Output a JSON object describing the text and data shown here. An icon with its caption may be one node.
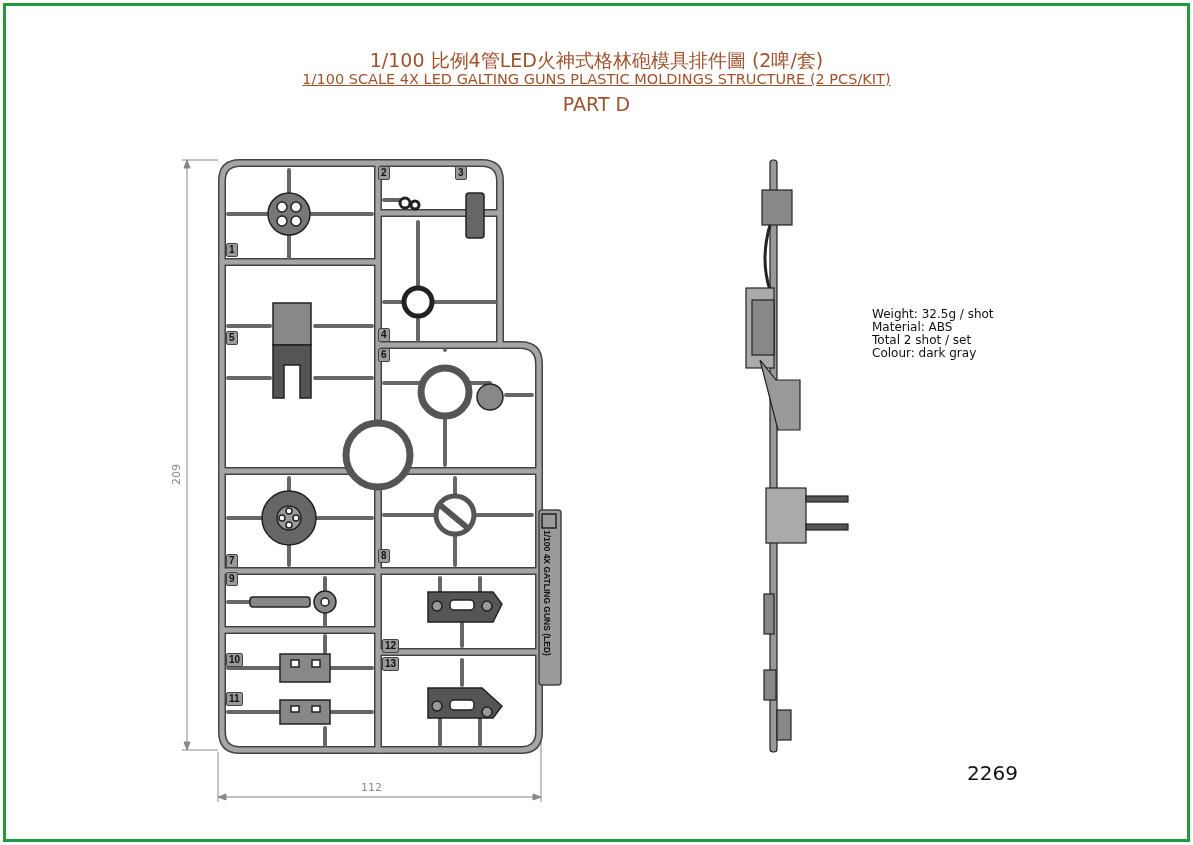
{
  "diagram": {
    "title": "1/100 比例4管LED火神式格林砲模具排件圖 (2啤/套)",
    "labels": [
      "1/100 SCALE 4X LED GALTING GUNS PLASTIC MOLDINGS STRUCTURE (2 PCS/KIT)",
      "PART D",
      "1",
      "2",
      "3",
      "4",
      "5",
      "6",
      "7",
      "8",
      "9",
      "10",
      "11",
      "12",
      "13",
      "1/100 4X GATLING GUNS (LED)",
      "209",
      "112",
      "Weight: 32.5g / shot",
      "Material: ABS",
      "Total 2 shot / set",
      "Colour: dark gray",
      "2269"
    ]
  }
}
